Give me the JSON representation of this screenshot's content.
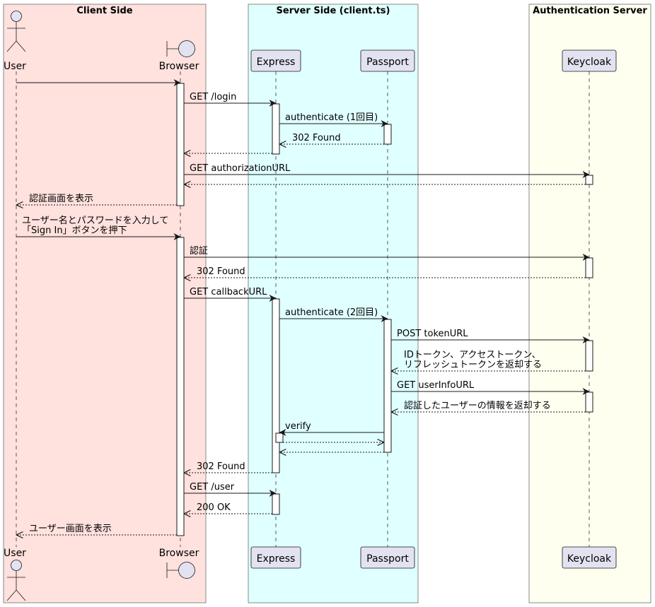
{
  "lanes": [
    {
      "id": "client",
      "title": "Client Side",
      "color": "#FFE1DE"
    },
    {
      "id": "server",
      "title": "Server Side (client.ts)",
      "color": "#E0FFFF"
    },
    {
      "id": "auth",
      "title": "Authentication Server",
      "color": "#FFFFF0"
    }
  ],
  "participants": [
    {
      "id": "user",
      "label": "User",
      "kind": "actor",
      "lane": "client"
    },
    {
      "id": "browser",
      "label": "Browser",
      "kind": "boundary",
      "lane": "client"
    },
    {
      "id": "express",
      "label": "Express",
      "kind": "box",
      "lane": "server"
    },
    {
      "id": "passport",
      "label": "Passport",
      "kind": "box",
      "lane": "server"
    },
    {
      "id": "keycloak",
      "label": "Keycloak",
      "kind": "box",
      "lane": "auth"
    }
  ],
  "messages": [
    {
      "from": "user",
      "to": "browser",
      "lines": [],
      "dashed": false
    },
    {
      "from": "browser",
      "to": "express",
      "lines": [
        "GET /login"
      ],
      "dashed": false
    },
    {
      "from": "express",
      "to": "passport",
      "lines": [
        "authenticate (1回目)"
      ],
      "dashed": false
    },
    {
      "from": "passport",
      "to": "express",
      "lines": [
        "302 Found"
      ],
      "dashed": true
    },
    {
      "from": "express",
      "to": "browser",
      "lines": [],
      "dashed": true
    },
    {
      "from": "browser",
      "to": "keycloak",
      "lines": [
        "GET authorizationURL"
      ],
      "dashed": false
    },
    {
      "from": "keycloak",
      "to": "browser",
      "lines": [],
      "dashed": true
    },
    {
      "from": "browser",
      "to": "user",
      "lines": [
        "認証画面を表示"
      ],
      "dashed": true
    },
    {
      "from": "user",
      "to": "browser",
      "lines": [
        "ユーザー名とパスワードを入力して",
        "「Sign In」ボタンを押下"
      ],
      "dashed": false
    },
    {
      "from": "browser",
      "to": "keycloak",
      "lines": [
        "認証"
      ],
      "dashed": false
    },
    {
      "from": "keycloak",
      "to": "browser",
      "lines": [
        "302 Found"
      ],
      "dashed": true
    },
    {
      "from": "browser",
      "to": "express",
      "lines": [
        "GET callbackURL"
      ],
      "dashed": false
    },
    {
      "from": "express",
      "to": "passport",
      "lines": [
        "authenticate (2回目)"
      ],
      "dashed": false
    },
    {
      "from": "passport",
      "to": "keycloak",
      "lines": [
        "POST tokenURL"
      ],
      "dashed": false
    },
    {
      "from": "keycloak",
      "to": "passport",
      "lines": [
        "IDトークン、アクセストークン、",
        "リフレッシュトークンを返却する"
      ],
      "dashed": true
    },
    {
      "from": "passport",
      "to": "keycloak",
      "lines": [
        "GET userInfoURL"
      ],
      "dashed": false
    },
    {
      "from": "keycloak",
      "to": "passport",
      "lines": [
        "認証したユーザーの情報を返却する"
      ],
      "dashed": true
    },
    {
      "from": "passport",
      "to": "express",
      "lines": [
        "verify"
      ],
      "dashed": false
    },
    {
      "from": "express",
      "to": "passport",
      "lines": [],
      "dashed": true
    },
    {
      "from": "passport",
      "to": "express",
      "lines": [],
      "dashed": true
    },
    {
      "from": "express",
      "to": "browser",
      "lines": [
        "302 Found"
      ],
      "dashed": true
    },
    {
      "from": "browser",
      "to": "express",
      "lines": [
        "GET /user"
      ],
      "dashed": false
    },
    {
      "from": "express",
      "to": "browser",
      "lines": [
        "200 OK"
      ],
      "dashed": true
    },
    {
      "from": "browser",
      "to": "user",
      "lines": [
        "ユーザー画面を表示"
      ],
      "dashed": true
    }
  ]
}
